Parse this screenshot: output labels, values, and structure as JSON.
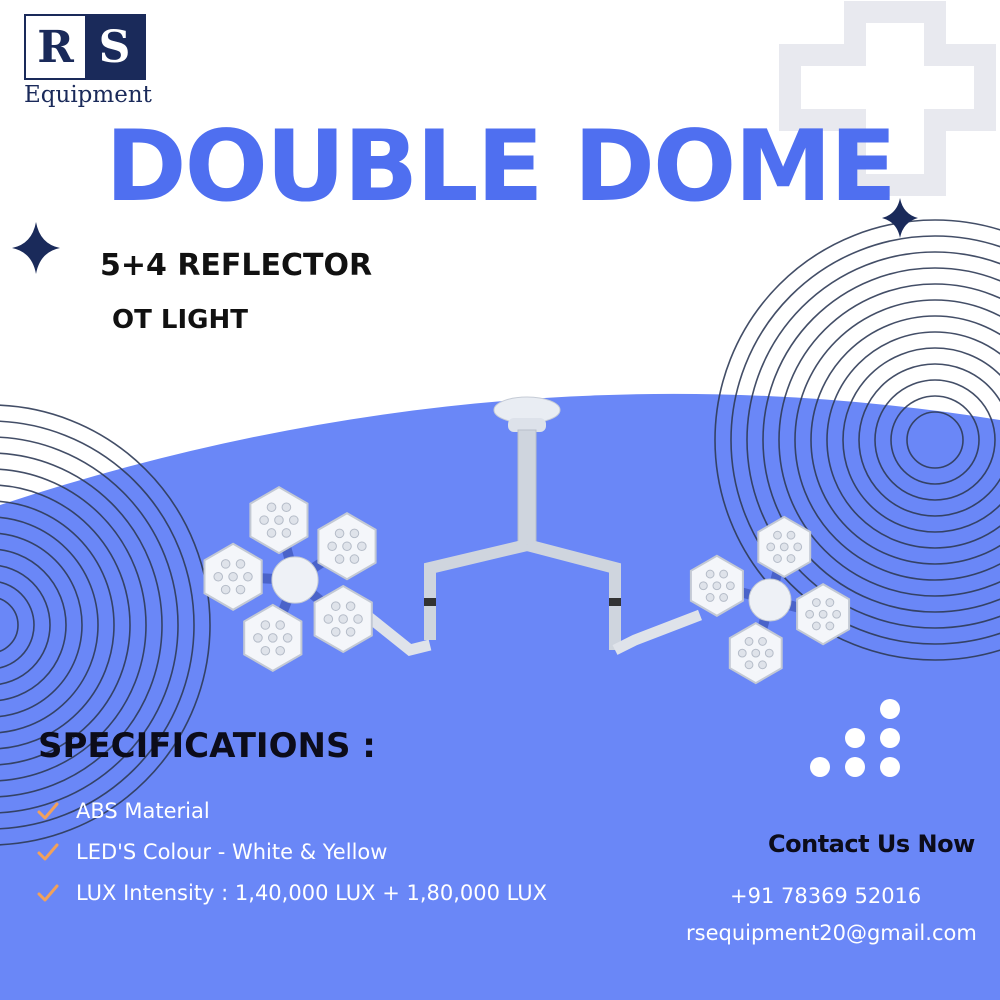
{
  "brand": {
    "logo_left": "R",
    "logo_right": "S",
    "logo_sub": "Equipment"
  },
  "headline": "DOUBLE DOME",
  "subtitle_1": "5+4 REFLECTOR",
  "subtitle_2": "OT LIGHT",
  "specifications": {
    "title": "SPECIFICATIONS :",
    "items": [
      "ABS Material",
      "LED'S Colour - White & Yellow",
      "LUX Intensity : 1,40,000 LUX + 1,80,000 LUX"
    ]
  },
  "contact": {
    "title": "Contact Us Now",
    "phone": "+91 78369 52016",
    "email": "rsequipment20@gmail.com"
  },
  "colors": {
    "accent_blue": "#4f6ff0",
    "panel_blue": "#6a87f7",
    "navy": "#1a2a5a",
    "check_orange": "#f2a15a"
  },
  "icons": {
    "sparkle": "four-point-star-icon",
    "check": "checkmark-icon",
    "plus": "plus-cross-icon"
  }
}
